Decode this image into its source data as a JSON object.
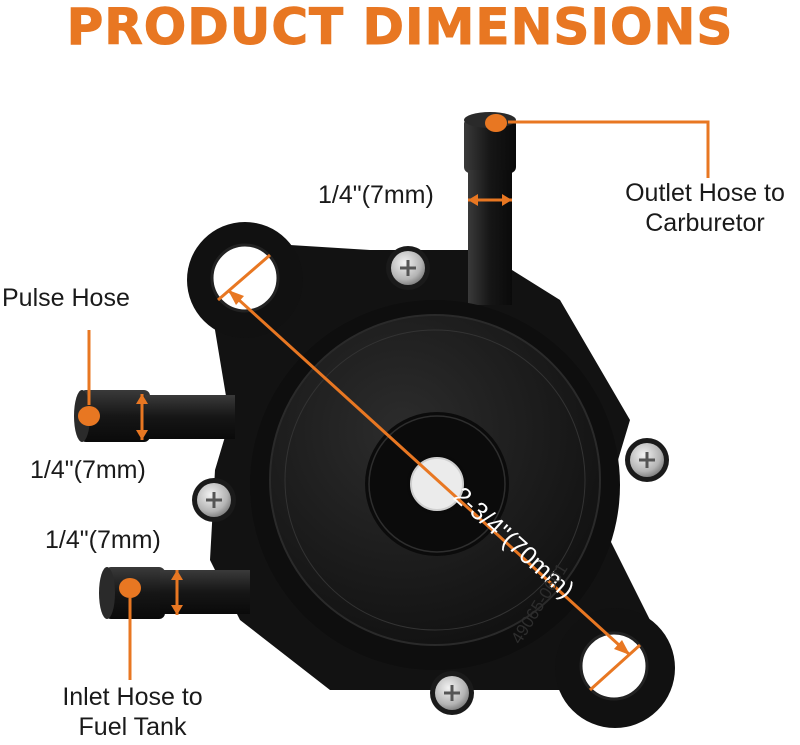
{
  "title": "PRODUCT DIMENSIONS",
  "colors": {
    "accent": "#e87722",
    "pump_body": "#141414",
    "pump_face": "#1e1e1e",
    "screw": "#c8c8c8",
    "filter": "#ebebeb"
  },
  "labels": {
    "outlet_size": "1/4\"(7mm)",
    "outlet_line1": "Outlet Hose to",
    "outlet_line2": "Carburetor",
    "pulse": "Pulse Hose",
    "pulse_size": "1/4\"(7mm)",
    "inlet_size": "1/4\"(7mm)",
    "inlet_line1": "Inlet Hose to",
    "inlet_line2": "Fuel Tank",
    "diagonal": "2-3/4\"(70mm)"
  },
  "product_stamp": "49065-0601"
}
